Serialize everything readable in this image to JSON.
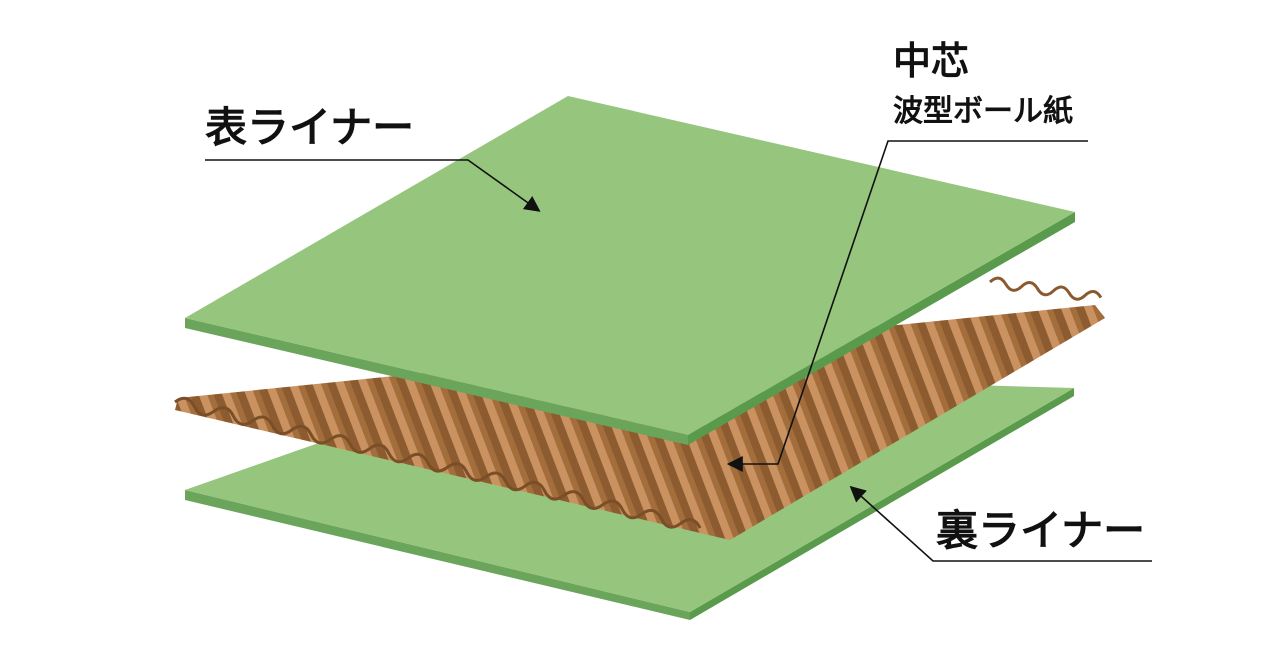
{
  "labels": {
    "top_liner": "表ライナー",
    "core_title": "中芯",
    "core_subtitle": "波型ボール紙",
    "bottom_liner": "裏ライナー"
  },
  "colors": {
    "liner_top_face": "#96c57d",
    "liner_edge_left": "#6aa55b",
    "liner_edge_right": "#5a9a4c",
    "fluting_light": "#c48a54",
    "fluting_dark": "#8a5a2e",
    "fluting_edge": "#7a4e27",
    "leader_line": "#111111"
  }
}
